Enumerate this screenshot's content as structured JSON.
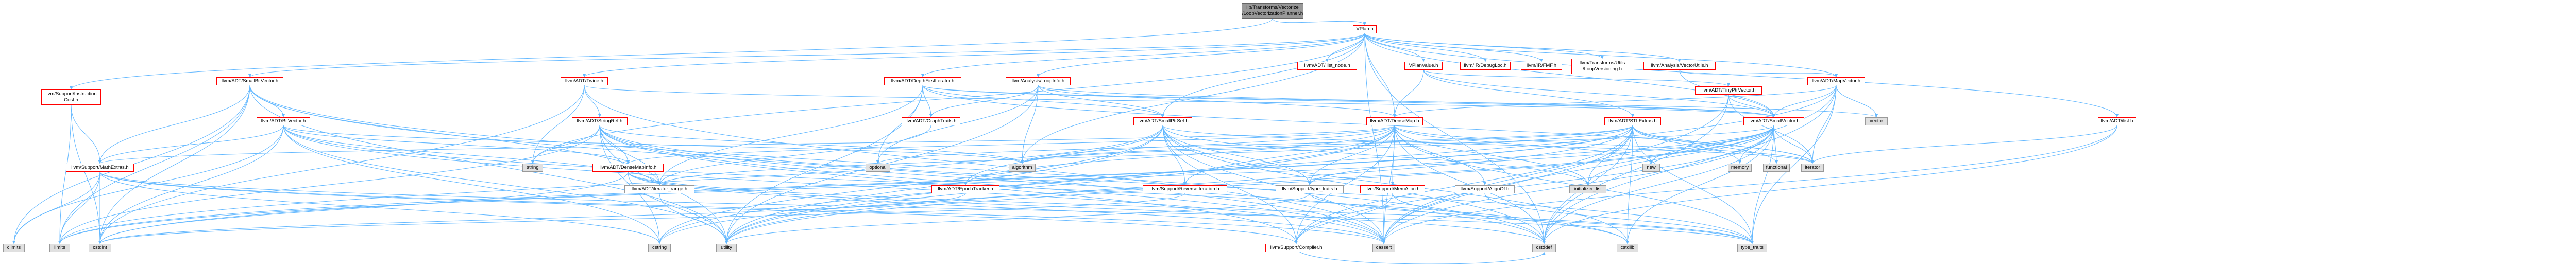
{
  "diagram": {
    "colors": {
      "root_fill": "#999999",
      "red_border": "#ff0000",
      "grey_border": "#999999",
      "sys_fill": "#e0e0e0",
      "edge": "#63b8ff"
    },
    "nodes": [
      {
        "id": "root",
        "label": "lib/Transforms/Vectorize/LoopVectorizationPlanner.h",
        "lines": [
          "lib/Transforms/Vectorize",
          "/LoopVectorizationPlanner.h"
        ],
        "kind": "root"
      },
      {
        "id": "vplan",
        "label": "VPlan.h",
        "lines": [
          "VPlan.h"
        ],
        "kind": "red"
      },
      {
        "id": "instcost",
        "label": "llvm/Support/InstructionCost.h",
        "lines": [
          "llvm/Support/Instruction",
          "Cost.h"
        ],
        "kind": "red"
      },
      {
        "id": "smallbitvector",
        "label": "llvm/ADT/SmallBitVector.h",
        "lines": [
          "llvm/ADT/SmallBitVector.h"
        ],
        "kind": "red"
      },
      {
        "id": "twine",
        "label": "llvm/ADT/Twine.h",
        "lines": [
          "llvm/ADT/Twine.h"
        ],
        "kind": "red"
      },
      {
        "id": "dfiterator",
        "label": "llvm/ADT/DepthFirstIterator.h",
        "lines": [
          "llvm/ADT/DepthFirstIterator.h"
        ],
        "kind": "red"
      },
      {
        "id": "loopinfo",
        "label": "llvm/Analysis/LoopInfo.h",
        "lines": [
          "llvm/Analysis/LoopInfo.h"
        ],
        "kind": "red"
      },
      {
        "id": "ilistnode",
        "label": "llvm/ADT/ilist_node.h",
        "lines": [
          "llvm/ADT/ilist_node.h"
        ],
        "kind": "red"
      },
      {
        "id": "vplanvalue",
        "label": "VPlanValue.h",
        "lines": [
          "VPlanValue.h"
        ],
        "kind": "red"
      },
      {
        "id": "debugloc",
        "label": "llvm/IR/DebugLoc.h",
        "lines": [
          "llvm/IR/DebugLoc.h"
        ],
        "kind": "red"
      },
      {
        "id": "fmf",
        "label": "llvm/IR/FMF.h",
        "lines": [
          "llvm/IR/FMF.h"
        ],
        "kind": "red"
      },
      {
        "id": "loopversioning",
        "label": "llvm/Transforms/Utils/LoopVersioning.h",
        "lines": [
          "llvm/Transforms/Utils",
          "/LoopVersioning.h"
        ],
        "kind": "red"
      },
      {
        "id": "vectorutils",
        "label": "llvm/Analysis/VectorUtils.h",
        "lines": [
          "llvm/Analysis/VectorUtils.h"
        ],
        "kind": "red"
      },
      {
        "id": "mapvector",
        "label": "llvm/ADT/MapVector.h",
        "lines": [
          "llvm/ADT/MapVector.h"
        ],
        "kind": "red"
      },
      {
        "id": "tinyptrvector",
        "label": "llvm/ADT/TinyPtrVector.h",
        "lines": [
          "llvm/ADT/TinyPtrVector.h"
        ],
        "kind": "red"
      },
      {
        "id": "bitvector",
        "label": "llvm/ADT/BitVector.h",
        "lines": [
          "llvm/ADT/BitVector.h"
        ],
        "kind": "red"
      },
      {
        "id": "stringref",
        "label": "llvm/ADT/StringRef.h",
        "lines": [
          "llvm/ADT/StringRef.h"
        ],
        "kind": "red"
      },
      {
        "id": "graphtraits",
        "label": "llvm/ADT/GraphTraits.h",
        "lines": [
          "llvm/ADT/GraphTraits.h"
        ],
        "kind": "red"
      },
      {
        "id": "smallptrset",
        "label": "llvm/ADT/SmallPtrSet.h",
        "lines": [
          "llvm/ADT/SmallPtrSet.h"
        ],
        "kind": "red"
      },
      {
        "id": "densemap",
        "label": "llvm/ADT/DenseMap.h",
        "lines": [
          "llvm/ADT/DenseMap.h"
        ],
        "kind": "red"
      },
      {
        "id": "stlextras",
        "label": "llvm/ADT/STLExtras.h",
        "lines": [
          "llvm/ADT/STLExtras.h"
        ],
        "kind": "red"
      },
      {
        "id": "smallvector",
        "label": "llvm/ADT/SmallVector.h",
        "lines": [
          "llvm/ADT/SmallVector.h"
        ],
        "kind": "red"
      },
      {
        "id": "list",
        "label": "llvm/ADT/ilist.h",
        "lines": [
          "llvm/ADT/ilist.h"
        ],
        "kind": "red"
      },
      {
        "id": "mathextras",
        "label": "llvm/Support/MathExtras.h",
        "lines": [
          "llvm/Support/MathExtras.h"
        ],
        "kind": "red"
      },
      {
        "id": "densemapinfo",
        "label": "llvm/ADT/DenseMapInfo.h",
        "lines": [
          "llvm/ADT/DenseMapInfo.h"
        ],
        "kind": "red"
      },
      {
        "id": "iteratorrange",
        "label": "llvm/ADT/iterator_range.h",
        "lines": [
          "llvm/ADT/iterator_range.h"
        ],
        "kind": "grey"
      },
      {
        "id": "epochtracker",
        "label": "llvm/ADT/EpochTracker.h",
        "lines": [
          "llvm/ADT/EpochTracker.h"
        ],
        "kind": "red"
      },
      {
        "id": "reverseiteration",
        "label": "llvm/Support/ReverseIteration.h",
        "lines": [
          "llvm/Support/ReverseIteration.h"
        ],
        "kind": "red"
      },
      {
        "id": "typetraits",
        "label": "llvm/Support/type_traits.h",
        "lines": [
          "llvm/Support/type_traits.h"
        ],
        "kind": "grey"
      },
      {
        "id": "memalloc",
        "label": "llvm/Support/MemAlloc.h",
        "lines": [
          "llvm/Support/MemAlloc.h"
        ],
        "kind": "red"
      },
      {
        "id": "alignof",
        "label": "llvm/Support/AlignOf.h",
        "lines": [
          "llvm/Support/AlignOf.h"
        ],
        "kind": "grey"
      },
      {
        "id": "compiler",
        "label": "llvm/Support/Compiler.h",
        "lines": [
          "llvm/Support/Compiler.h"
        ],
        "kind": "red"
      },
      {
        "id": "s_climits",
        "label": "climits",
        "lines": [
          "climits"
        ],
        "kind": "sys"
      },
      {
        "id": "s_limits",
        "label": "limits",
        "lines": [
          "limits"
        ],
        "kind": "sys"
      },
      {
        "id": "s_cstdint",
        "label": "cstdint",
        "lines": [
          "cstdint"
        ],
        "kind": "sys"
      },
      {
        "id": "s_string",
        "label": "string",
        "lines": [
          "string"
        ],
        "kind": "sys"
      },
      {
        "id": "s_cstring",
        "label": "cstring",
        "lines": [
          "cstring"
        ],
        "kind": "sys"
      },
      {
        "id": "s_utility",
        "label": "utility",
        "lines": [
          "utility"
        ],
        "kind": "sys"
      },
      {
        "id": "s_optional",
        "label": "optional",
        "lines": [
          "optional"
        ],
        "kind": "sys"
      },
      {
        "id": "s_algorithm",
        "label": "algorithm",
        "lines": [
          "algorithm"
        ],
        "kind": "sys"
      },
      {
        "id": "s_cassert",
        "label": "cassert",
        "lines": [
          "cassert"
        ],
        "kind": "sys"
      },
      {
        "id": "s_initializer_list",
        "label": "initializer_list",
        "lines": [
          "initializer_list"
        ],
        "kind": "sys"
      },
      {
        "id": "s_new",
        "label": "new",
        "lines": [
          "new"
        ],
        "kind": "sys"
      },
      {
        "id": "s_cstddef",
        "label": "cstddef",
        "lines": [
          "cstddef"
        ],
        "kind": "sys"
      },
      {
        "id": "s_cstdlib",
        "label": "cstdlib",
        "lines": [
          "cstdlib"
        ],
        "kind": "sys"
      },
      {
        "id": "s_type_traits",
        "label": "type_traits",
        "lines": [
          "type_traits"
        ],
        "kind": "sys"
      },
      {
        "id": "s_memory",
        "label": "memory",
        "lines": [
          "memory"
        ],
        "kind": "sys"
      },
      {
        "id": "s_functional",
        "label": "functional",
        "lines": [
          "functional"
        ],
        "kind": "sys"
      },
      {
        "id": "s_iterator",
        "label": "iterator",
        "lines": [
          "iterator"
        ],
        "kind": "sys"
      },
      {
        "id": "s_vector",
        "label": "vector",
        "lines": [
          "vector"
        ],
        "kind": "sys"
      }
    ],
    "edges": [
      [
        "root",
        "vplan"
      ],
      [
        "root",
        "instcost"
      ],
      [
        "vplan",
        "smallbitvector"
      ],
      [
        "vplan",
        "twine"
      ],
      [
        "vplan",
        "dfiterator"
      ],
      [
        "vplan",
        "loopinfo"
      ],
      [
        "vplan",
        "ilistnode"
      ],
      [
        "vplan",
        "vplanvalue"
      ],
      [
        "vplan",
        "debugloc"
      ],
      [
        "vplan",
        "fmf"
      ],
      [
        "vplan",
        "loopversioning"
      ],
      [
        "vplan",
        "vectorutils"
      ],
      [
        "vplan",
        "mapvector"
      ],
      [
        "vplan",
        "list"
      ],
      [
        "vplan",
        "smallptrset"
      ],
      [
        "vplan",
        "densemap"
      ],
      [
        "vplan",
        "smallvector"
      ],
      [
        "vplan",
        "s_string"
      ],
      [
        "vplan",
        "s_cstddef"
      ],
      [
        "vplan",
        "s_cassert"
      ],
      [
        "vplan",
        "s_algorithm"
      ],
      [
        "instcost",
        "mathextras"
      ],
      [
        "instcost",
        "s_limits"
      ],
      [
        "instcost",
        "s_cstdint"
      ],
      [
        "smallbitvector",
        "bitvector"
      ],
      [
        "smallbitvector",
        "iteratorrange"
      ],
      [
        "smallbitvector",
        "mathextras"
      ],
      [
        "smallbitvector",
        "s_climits"
      ],
      [
        "smallbitvector",
        "s_limits"
      ],
      [
        "smallbitvector",
        "s_cstdint"
      ],
      [
        "smallbitvector",
        "s_cassert"
      ],
      [
        "smallbitvector",
        "s_cstddef"
      ],
      [
        "smallbitvector",
        "s_utility"
      ],
      [
        "twine",
        "stringref"
      ],
      [
        "twine",
        "smallvector"
      ],
      [
        "twine",
        "s_string"
      ],
      [
        "twine",
        "s_cstdint"
      ],
      [
        "twine",
        "s_cassert"
      ],
      [
        "dfiterator",
        "graphtraits"
      ],
      [
        "dfiterator",
        "smallptrset"
      ],
      [
        "dfiterator",
        "smallvector"
      ],
      [
        "dfiterator",
        "iteratorrange"
      ],
      [
        "dfiterator",
        "s_iterator"
      ],
      [
        "dfiterator",
        "s_optional"
      ],
      [
        "dfiterator",
        "s_utility"
      ],
      [
        "dfiterator",
        "s_vector"
      ],
      [
        "loopinfo",
        "densemap"
      ],
      [
        "loopinfo",
        "graphtraits"
      ],
      [
        "loopinfo",
        "smallptrset"
      ],
      [
        "loopinfo",
        "smallvector"
      ],
      [
        "loopinfo",
        "s_algorithm"
      ],
      [
        "loopinfo",
        "s_utility"
      ],
      [
        "loopinfo",
        "s_optional"
      ],
      [
        "vplanvalue",
        "densemap"
      ],
      [
        "vplanvalue",
        "stlextras"
      ],
      [
        "vplanvalue",
        "smallvector"
      ],
      [
        "vplanvalue",
        "tinyptrvector"
      ],
      [
        "vectorutils",
        "mapvector"
      ],
      [
        "vectorutils",
        "smallvector"
      ],
      [
        "mapvector",
        "densemap"
      ],
      [
        "mapvector",
        "smallvector"
      ],
      [
        "mapvector",
        "s_cassert"
      ],
      [
        "mapvector",
        "s_cstddef"
      ],
      [
        "mapvector",
        "s_iterator"
      ],
      [
        "mapvector",
        "s_type_traits"
      ],
      [
        "mapvector",
        "s_utility"
      ],
      [
        "mapvector",
        "s_vector"
      ],
      [
        "tinyptrvector",
        "smallvector"
      ],
      [
        "tinyptrvector",
        "s_cassert"
      ],
      [
        "tinyptrvector",
        "s_cstddef"
      ],
      [
        "tinyptrvector",
        "s_iterator"
      ],
      [
        "bitvector",
        "densemapinfo"
      ],
      [
        "bitvector",
        "iteratorrange"
      ],
      [
        "bitvector",
        "mathextras"
      ],
      [
        "bitvector",
        "s_algorithm"
      ],
      [
        "bitvector",
        "s_cassert"
      ],
      [
        "bitvector",
        "s_climits"
      ],
      [
        "bitvector",
        "s_cstdint"
      ],
      [
        "bitvector",
        "s_cstdlib"
      ],
      [
        "bitvector",
        "s_cstring"
      ],
      [
        "bitvector",
        "s_utility"
      ],
      [
        "stringref",
        "densemapinfo"
      ],
      [
        "stringref",
        "iteratorrange"
      ],
      [
        "stringref",
        "compiler"
      ],
      [
        "stringref",
        "s_algorithm"
      ],
      [
        "stringref",
        "s_cassert"
      ],
      [
        "stringref",
        "s_cstddef"
      ],
      [
        "stringref",
        "s_cstring"
      ],
      [
        "stringref",
        "s_limits"
      ],
      [
        "stringref",
        "s_string"
      ],
      [
        "stringref",
        "s_type_traits"
      ],
      [
        "stringref",
        "s_utility"
      ],
      [
        "graphtraits",
        "iteratorrange"
      ],
      [
        "smallptrset",
        "epochtracker"
      ],
      [
        "smallptrset",
        "compiler"
      ],
      [
        "smallptrset",
        "reverseiteration"
      ],
      [
        "smallptrset",
        "typetraits"
      ],
      [
        "smallptrset",
        "s_cassert"
      ],
      [
        "smallptrset",
        "s_cstddef"
      ],
      [
        "smallptrset",
        "s_cstdlib"
      ],
      [
        "smallptrset",
        "s_cstring"
      ],
      [
        "smallptrset",
        "s_initializer_list"
      ],
      [
        "smallptrset",
        "s_iterator"
      ],
      [
        "smallptrset",
        "s_limits"
      ],
      [
        "smallptrset",
        "s_utility"
      ],
      [
        "densemap",
        "densemapinfo"
      ],
      [
        "densemap",
        "epochtracker"
      ],
      [
        "densemap",
        "alignof"
      ],
      [
        "densemap",
        "compiler"
      ],
      [
        "densemap",
        "mathextras"
      ],
      [
        "densemap",
        "memalloc"
      ],
      [
        "densemap",
        "reverseiteration"
      ],
      [
        "densemap",
        "typetraits"
      ],
      [
        "densemap",
        "s_algorithm"
      ],
      [
        "densemap",
        "s_cassert"
      ],
      [
        "densemap",
        "s_cstddef"
      ],
      [
        "densemap",
        "s_cstring"
      ],
      [
        "densemap",
        "s_initializer_list"
      ],
      [
        "densemap",
        "s_iterator"
      ],
      [
        "densemap",
        "s_new"
      ],
      [
        "densemap",
        "s_type_traits"
      ],
      [
        "densemap",
        "s_utility"
      ],
      [
        "stlextras",
        "iteratorrange"
      ],
      [
        "stlextras",
        "compiler"
      ],
      [
        "stlextras",
        "s_algorithm"
      ],
      [
        "stlextras",
        "s_cassert"
      ],
      [
        "stlextras",
        "s_cstddef"
      ],
      [
        "stlextras",
        "s_cstdint"
      ],
      [
        "stlextras",
        "s_cstdlib"
      ],
      [
        "stlextras",
        "s_functional"
      ],
      [
        "stlextras",
        "s_initializer_list"
      ],
      [
        "stlextras",
        "s_iterator"
      ],
      [
        "stlextras",
        "s_limits"
      ],
      [
        "stlextras",
        "s_memory"
      ],
      [
        "stlextras",
        "s_optional"
      ],
      [
        "stlextras",
        "s_type_traits"
      ],
      [
        "stlextras",
        "s_utility"
      ],
      [
        "smallvector",
        "compiler"
      ],
      [
        "smallvector",
        "typetraits"
      ],
      [
        "smallvector",
        "s_algorithm"
      ],
      [
        "smallvector",
        "s_cassert"
      ],
      [
        "smallvector",
        "s_cstddef"
      ],
      [
        "smallvector",
        "s_cstdlib"
      ],
      [
        "smallvector",
        "s_cstring"
      ],
      [
        "smallvector",
        "s_functional"
      ],
      [
        "smallvector",
        "s_initializer_list"
      ],
      [
        "smallvector",
        "s_iterator"
      ],
      [
        "smallvector",
        "s_limits"
      ],
      [
        "smallvector",
        "s_memory"
      ],
      [
        "smallvector",
        "s_new"
      ],
      [
        "smallvector",
        "s_type_traits"
      ],
      [
        "smallvector",
        "s_utility"
      ],
      [
        "list",
        "s_cassert"
      ],
      [
        "list",
        "s_cstddef"
      ],
      [
        "list",
        "s_iterator"
      ],
      [
        "mathextras",
        "compiler"
      ],
      [
        "mathextras",
        "s_cassert"
      ],
      [
        "mathextras",
        "s_climits"
      ],
      [
        "mathextras",
        "s_cstdint"
      ],
      [
        "mathextras",
        "s_cstring"
      ],
      [
        "mathextras",
        "s_limits"
      ],
      [
        "mathextras",
        "s_type_traits"
      ],
      [
        "densemapinfo",
        "s_cassert"
      ],
      [
        "densemapinfo",
        "s_cstddef"
      ],
      [
        "densemapinfo",
        "s_cstdint"
      ],
      [
        "densemapinfo",
        "s_tuple"
      ],
      [
        "densemapinfo",
        "s_type_traits"
      ],
      [
        "densemapinfo",
        "s_utility"
      ],
      [
        "iteratorrange",
        "s_utility"
      ],
      [
        "epochtracker",
        "s_cstdint"
      ],
      [
        "reverseiteration",
        "s_cstdint"
      ],
      [
        "typetraits",
        "s_type_traits"
      ],
      [
        "typetraits",
        "s_utility"
      ],
      [
        "memalloc",
        "compiler"
      ],
      [
        "memalloc",
        "s_cstdlib"
      ],
      [
        "alignof",
        "s_type_traits"
      ],
      [
        "compiler",
        "s_cstddef"
      ]
    ]
  }
}
